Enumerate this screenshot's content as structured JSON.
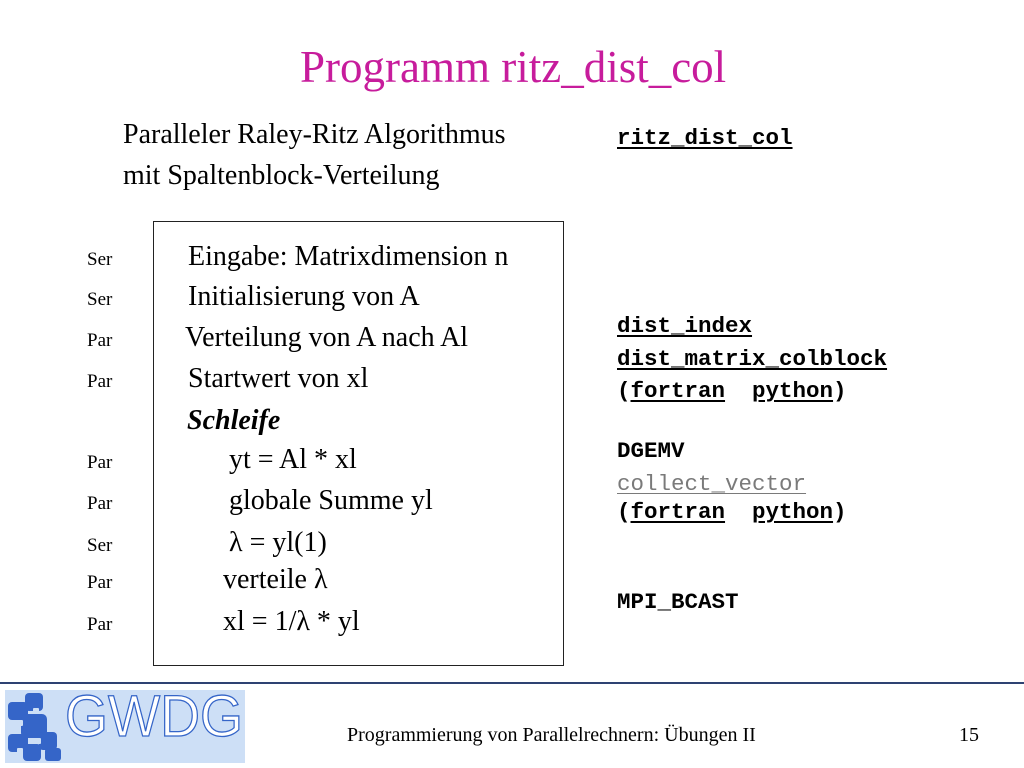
{
  "slide": {
    "title": "Programm ritz_dist_col",
    "subtitle": {
      "line1": "Paralleler Raley-Ritz Algorithmus",
      "line2": "mit Spaltenblock-Verteilung"
    }
  },
  "algorithm": {
    "rows": [
      {
        "mode": "Ser",
        "text": "Eingabe: Matrixdimension n"
      },
      {
        "mode": "Ser",
        "text": "Initialisierung von A"
      },
      {
        "mode": "Par",
        "text": "Verteilung von A nach Al"
      },
      {
        "mode": "Par",
        "text": "Startwert von xl"
      },
      {
        "text": "Schleife"
      },
      {
        "mode": "Par",
        "text": "yt = Al * xl"
      },
      {
        "mode": "Par",
        "text": "globale Summe yl"
      },
      {
        "mode": "Ser",
        "text": "λ = yl(1)"
      },
      {
        "mode": "Par",
        "text": "verteile λ"
      },
      {
        "mode": "Par",
        "text": "xl = 1/λ * yl"
      }
    ]
  },
  "code_refs": {
    "program_link": "ritz_dist_col",
    "dist_index_link": "dist_index",
    "dist_matrix_colblock_link": "dist_matrix_colblock",
    "dist_variants": {
      "open": "(",
      "fortran_link": "fortran",
      "python_link": "python",
      "close": ")"
    },
    "blas_routine": "DGEMV",
    "collect_vector_link": "collect_vector",
    "collect_variants": {
      "open": "(",
      "fortran_link": "fortran",
      "python_link": "python",
      "close": ")"
    },
    "mpi_routine": "MPI_BCAST"
  },
  "footer": {
    "logo_text": "GWDG",
    "course": "Programmierung von Parallelrechnern: Übungen II",
    "page_number": "15"
  },
  "colors": {
    "title": "#C71C9C",
    "footer_rule": "#2E4272",
    "visited_link": "#7A7A7A",
    "logo_background": "#CDDFF6",
    "logo_blue": "#3565C8"
  }
}
